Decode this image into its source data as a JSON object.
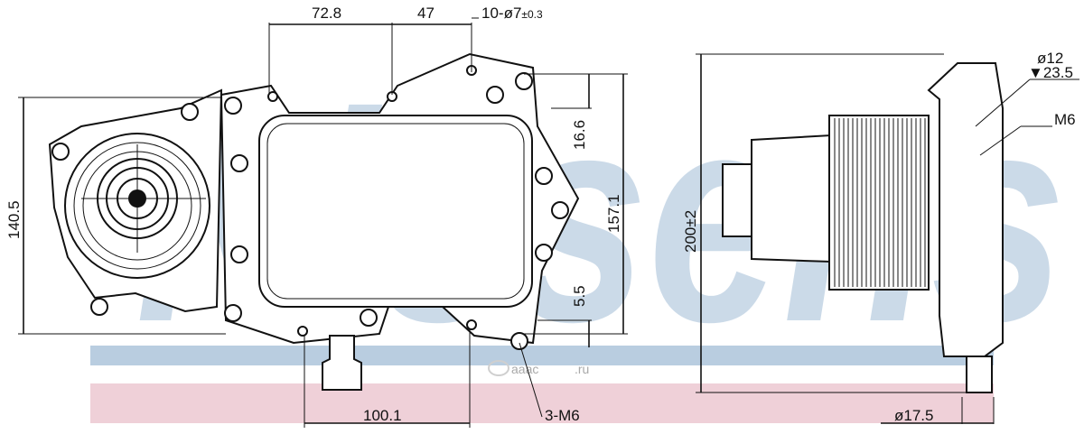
{
  "watermark": {
    "brand": "Nissens",
    "logo_text": "ааас",
    "logo_suffix": ".ru",
    "colors": {
      "blue": "#b9cde0",
      "pink": "#efd0d8",
      "logo": "#cfcfcf"
    }
  },
  "dimensions": {
    "d_72_8": "72.8",
    "d_47": "47",
    "d_holes_prefix": "10-ø7",
    "d_holes_tol": "±0.3",
    "d_16_6": "16.6",
    "d_157_1": "157.1",
    "d_5_5": "5.5",
    "d_140_5": "140.5",
    "d_100_1": "100.1",
    "d_3_m6": "3-M6",
    "d_200": "200±2",
    "d_phi12": "ø12",
    "d_depth": "▼23.5",
    "d_m6": "M6",
    "d_phi17_5": "ø17.5"
  }
}
